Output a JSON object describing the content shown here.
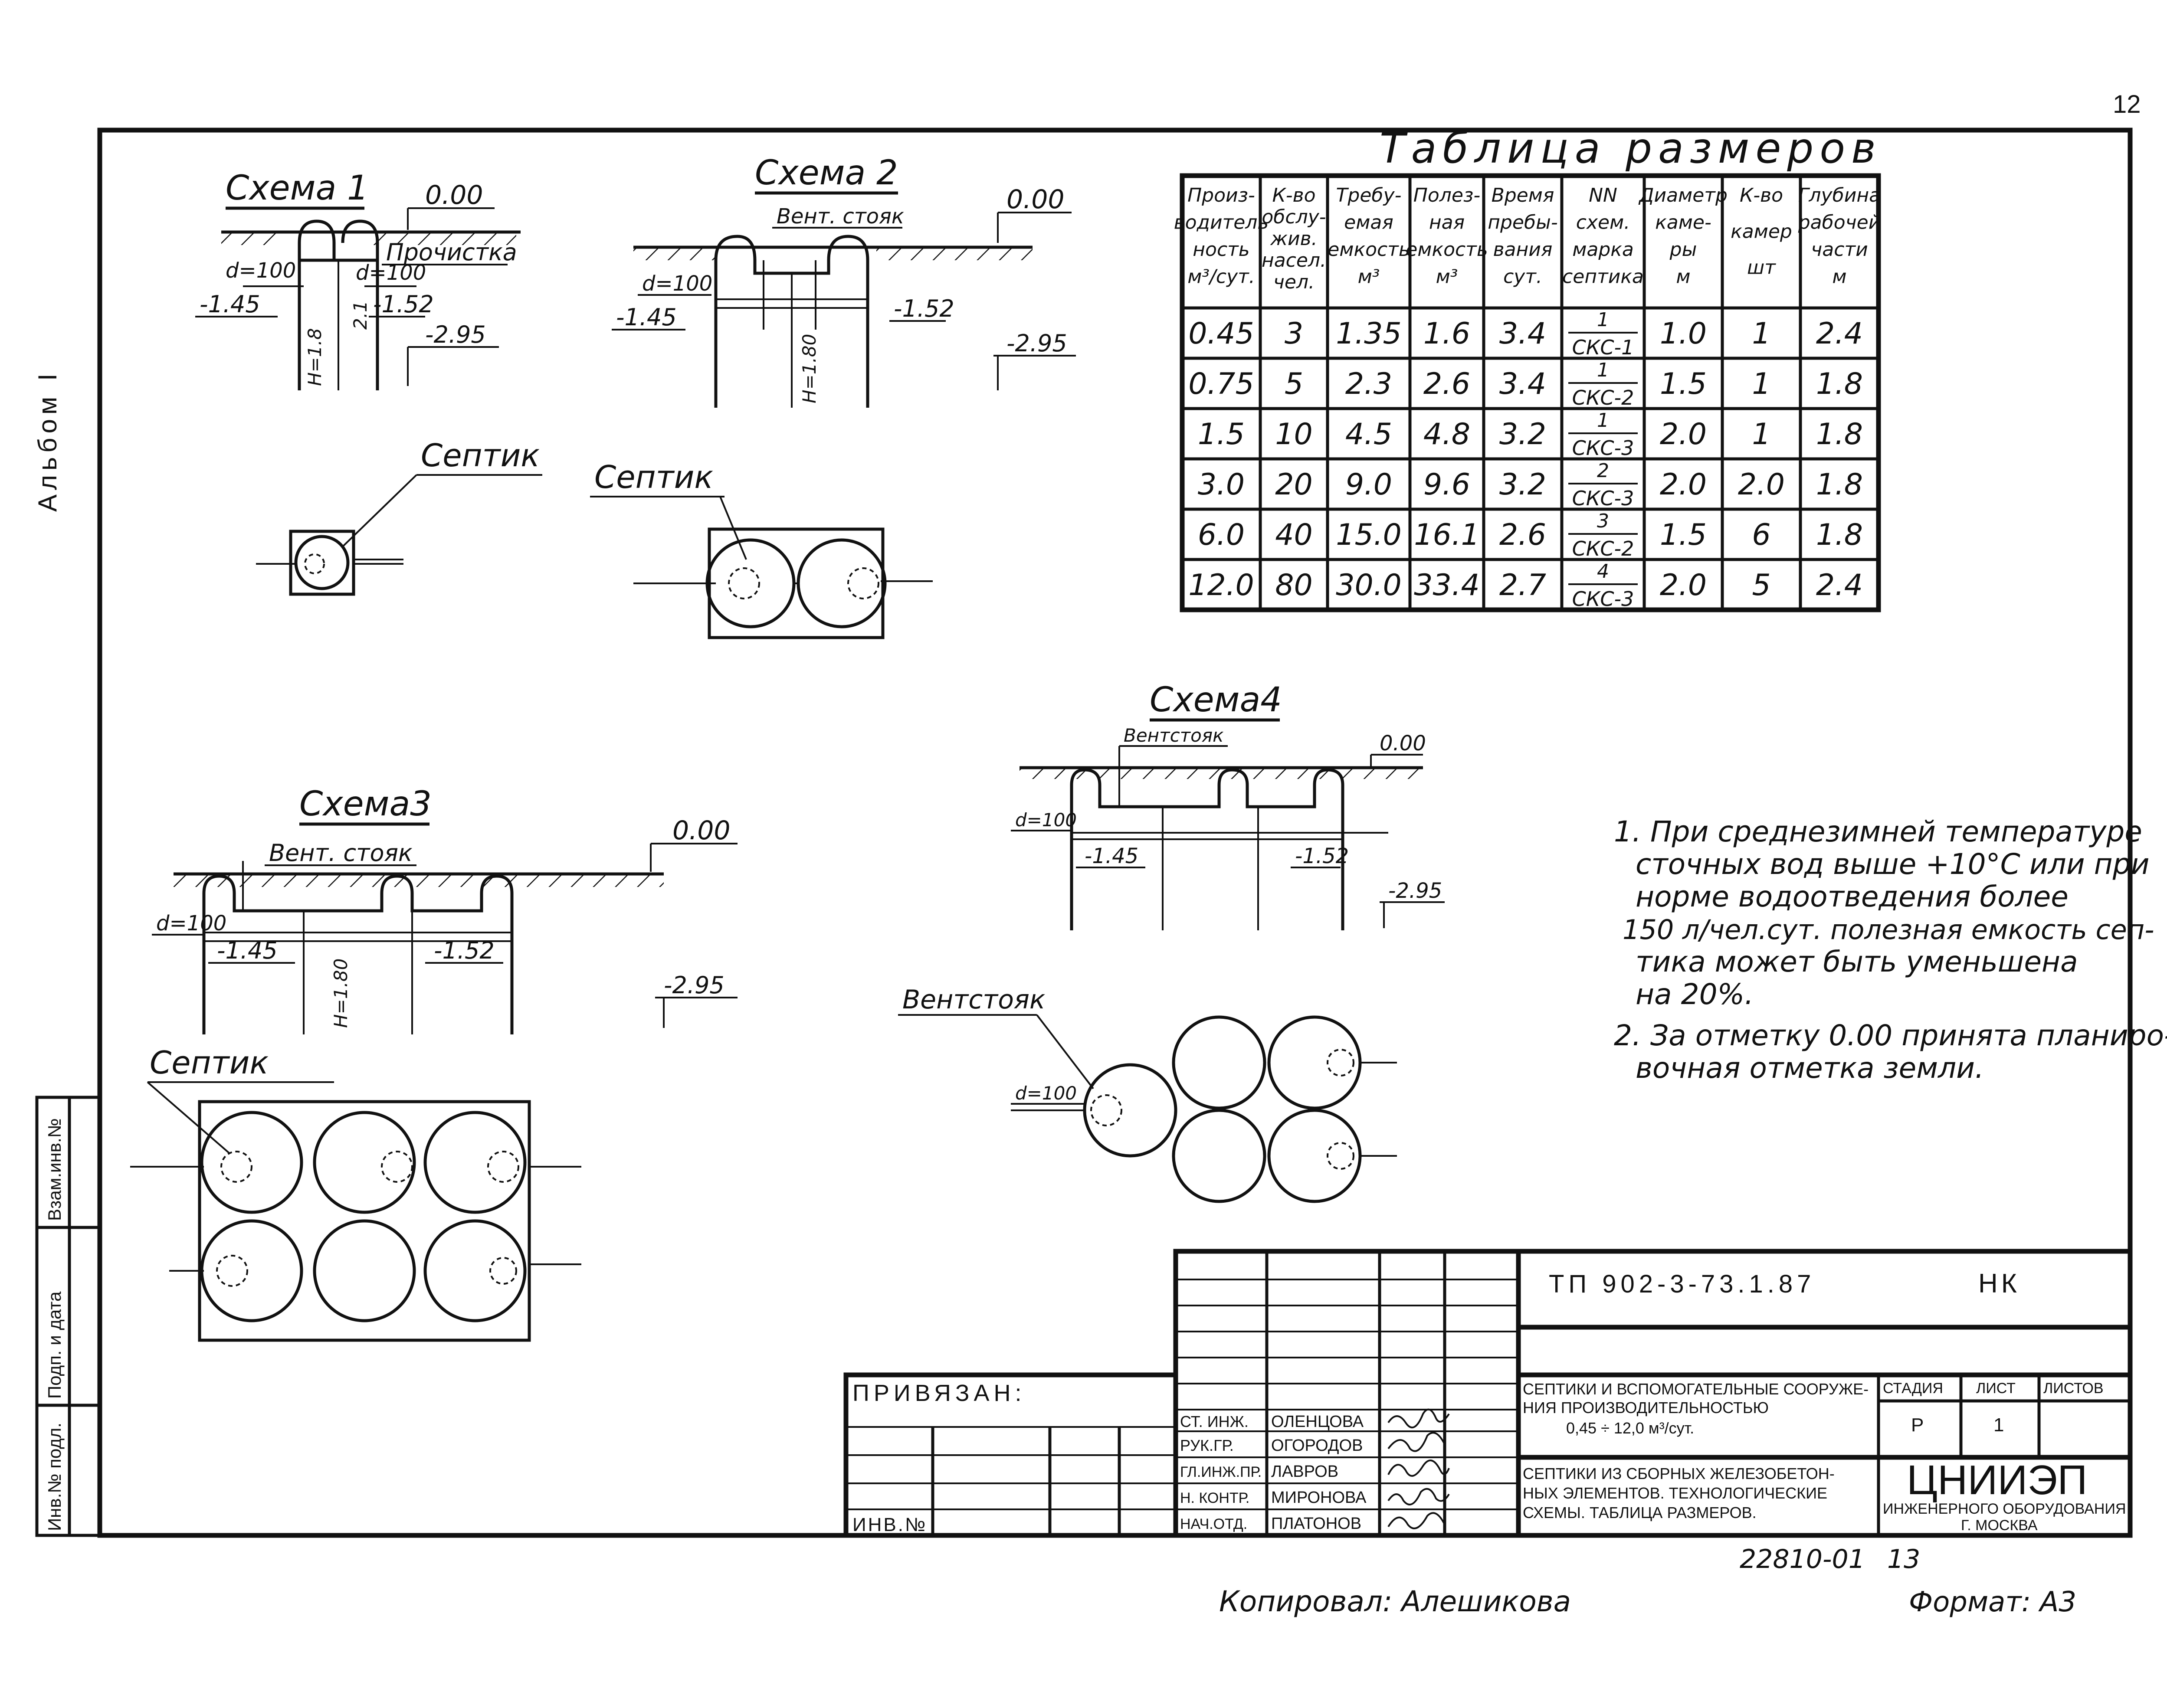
{
  "page_number": "12",
  "album_label": "Альбом I",
  "scheme1": {
    "title": "Схема 1",
    "level_top": "0.00",
    "cleanout": "Прочистка",
    "d_in": "d=100",
    "d_out": "d=100",
    "level_in": "-1.45",
    "level_out": "-1.52",
    "level_bottom": "-2.95",
    "h_label": "H=1.8",
    "h2_label": "2.1",
    "plan_label": "Септик"
  },
  "scheme2": {
    "title": "Схема 2",
    "level_top": "0.00",
    "vent": "Вент. стояк",
    "d_in": "d=100",
    "level_in": "-1.45",
    "level_out": "-1.52",
    "level_bottom": "-2.95",
    "h_label": "H=1.80",
    "plan_label": "Септик"
  },
  "scheme3": {
    "title": "Схема3",
    "level_top": "0.00",
    "vent": "Вент. стояк",
    "d_in": "d=100",
    "level_in": "-1.45",
    "level_out": "-1.52",
    "level_bottom": "-2.95",
    "h_label": "H=1.80",
    "plan_label": "Септик"
  },
  "scheme4": {
    "title": "Схема4",
    "level_top": "0.00",
    "vent": "Вентстояк",
    "d_in": "d=100",
    "level_in": "-1.45",
    "level_out": "-1.52",
    "level_bottom": "-2.95",
    "plan_vent": "Вентстояк",
    "plan_d_in": "d=100"
  },
  "table": {
    "title": "Таблица размеров",
    "headers": [
      [
        "Произ-",
        "водитель",
        "ность",
        "м³/сут."
      ],
      [
        "К-во",
        "обслу-",
        "жив.",
        "насел.",
        "чел."
      ],
      [
        "Требу-",
        "емая",
        "емкость",
        "м³"
      ],
      [
        "Полез-",
        "ная",
        "емкость",
        "м³"
      ],
      [
        "Время",
        "пребы-",
        "вания",
        "сут."
      ],
      [
        "NN",
        "схем.",
        "марка",
        "септика"
      ],
      [
        "Диаметр",
        "каме-",
        "ры",
        "м"
      ],
      [
        "К-во",
        "камер",
        "шт"
      ],
      [
        "Глубина",
        "рабочей",
        "части",
        "м"
      ]
    ],
    "rows": [
      [
        "0.45",
        "3",
        "1.35",
        "1.6",
        "3.4",
        "1",
        "СКС-1",
        "1.0",
        "1",
        "2.4"
      ],
      [
        "0.75",
        "5",
        "2.3",
        "2.6",
        "3.4",
        "1",
        "СКС-2",
        "1.5",
        "1",
        "1.8"
      ],
      [
        "1.5",
        "10",
        "4.5",
        "4.8",
        "3.2",
        "1",
        "СКС-3",
        "2.0",
        "1",
        "1.8"
      ],
      [
        "3.0",
        "20",
        "9.0",
        "9.6",
        "3.2",
        "2",
        "СКС-3",
        "2.0",
        "2.0",
        "1.8"
      ],
      [
        "6.0",
        "40",
        "15.0",
        "16.1",
        "2.6",
        "3",
        "СКС-2",
        "1.5",
        "6",
        "1.8"
      ],
      [
        "12.0",
        "80",
        "30.0",
        "33.4",
        "2.7",
        "4",
        "СКС-3",
        "2.0",
        "5",
        "2.4"
      ]
    ]
  },
  "notes": [
    "1. При среднезимней температуре",
    "сточных вод выше +10°С или при",
    "норме водоотведения более",
    "150 л/чел.сут. полезная емкость сеп-",
    "тика может быть уменьшена",
    "на 20%.",
    "2. За отметку 0.00 принята планиро-",
    "вочная отметка земли."
  ],
  "side_stamp": [
    "Инв.№ подл.",
    "Подп. и дата",
    "Взам.инв.№"
  ],
  "title_block": {
    "doc_code": "ТП 902-3-73.1.87",
    "mark": "НК",
    "bound": "ПРИВЯЗАН:",
    "inv": "ИНВ.№",
    "title_1": [
      "СЕПТИКИ И ВСПОМОГАТЕЛЬНЫЕ СООРУЖЕ-",
      "НИЯ ПРОИЗВОДИТЕЛЬНОСТЬЮ",
      "0,45 ÷ 12,0 м³/сут."
    ],
    "title_2": [
      "СЕПТИКИ ИЗ СБОРНЫХ ЖЕЛЕЗОБЕТОН-",
      "НЫХ ЭЛЕМЕНТОВ. ТЕХНОЛОГИЧЕСКИЕ",
      "СХЕМЫ. ТАБЛИЦА РАЗМЕРОВ."
    ],
    "stage_h": "СТАДИЯ",
    "sheet_h": "ЛИСТ",
    "sheets_h": "ЛИСТОВ",
    "stage": "Р",
    "sheet": "1",
    "org": "ЦНИИЭП",
    "org_sub": "ИНЖЕНЕРНОГО ОБОРУДОВАНИЯ",
    "org_city": "Г. МОСКВА",
    "staff": [
      {
        "role": "СТ. ИНЖ.",
        "name": "ОЛЕНЦОВА"
      },
      {
        "role": "РУК.ГР.",
        "name": "ОГОРОДОВ"
      },
      {
        "role": "ГЛ.ИНЖ.ПР.",
        "name": "ЛАВРОВ"
      },
      {
        "role": "Н. КОНТР.",
        "name": "МИРОНОВА"
      },
      {
        "role": "НАЧ.ОТД.",
        "name": "ПЛАТОНОВ"
      }
    ]
  },
  "archive_no": "22810-01",
  "sheet_no": "13",
  "copied_by": "Копировал: Алешикова",
  "format": "Формат: А3"
}
